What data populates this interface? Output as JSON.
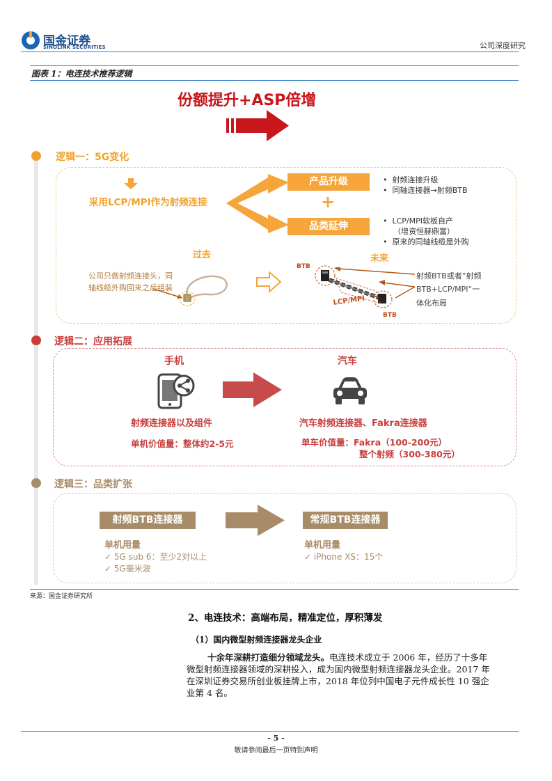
{
  "header": {
    "logo_cn": "国金证券",
    "logo_en": "SINOLINK SECURITIES",
    "report_type": "公司深度研究"
  },
  "figure": {
    "caption": "图表 1：电连技术推荐逻辑",
    "main_title": "份额提升+ASP倍增",
    "logic1": {
      "title": "逻辑一：5G变化",
      "adopt": "采用LCP/MPI作为射频连接",
      "upgrade_box": "产品升级",
      "plus": "+",
      "extend_box": "品类延伸",
      "upgrade_bullets": [
        "射频连接升级",
        "同轴连接器→射频BTB"
      ],
      "extend_bullets": [
        "LCP/MPI软板自产",
        "（增资恒赫鼎富）",
        "原来的同轴线缆是外购"
      ],
      "past_label": "过去",
      "future_label": "未来",
      "past_note_line1": "公司只做射频连接头，同",
      "past_note_line2": "轴线缆外购回来之后组装",
      "btb_top": "BTB",
      "btb_bottom": "BTB",
      "lcp_label": "LCP/MPI",
      "future_note1": "射频BTB或者”射频",
      "future_note2": "BTB+LCP/MPI“一",
      "future_note3": "体化布局"
    },
    "logic2": {
      "title": "逻辑二：应用拓展",
      "phone_label": "手机",
      "car_label": "汽车",
      "phone_desc": "射频连接器以及组件",
      "car_desc": "汽车射频连接器、Fakra连接器",
      "phone_value": "单机价值量：整体约2-5元",
      "car_value1": "单车价值量：Fakra（100-200元）",
      "car_value2": "整个射频（300-380元）"
    },
    "logic3": {
      "title": "逻辑三：品类扩张",
      "box1": "射频BTB连接器",
      "box2": "常规BTB连接器",
      "usage1": "单机用量",
      "usage2": "单机用量",
      "item1a": "✓  5G sub 6：至少2对以上",
      "item1b": "✓  5G毫米波",
      "item2a": "✓  iPhone XS：15个"
    },
    "source": "来源：国金证券研究所"
  },
  "body": {
    "section_heading": "2、电连技术：高端布局，精准定位，厚积薄发",
    "sub_heading": "（1）国内微型射频连接器龙头企业",
    "para_lead": "十余年深耕打造细分领域龙头。",
    "para_text1": "电连技术成立于 2006 年，经历了十多年",
    "para_line2": "微型射频连接器领域的深耕投入，成为国内微型射频连接器龙头企业。2017 年",
    "para_line3": "在深圳证券交易所创业板挂牌上市，2018 年位列中国电子元件成长性 10 强企",
    "para_line4": "业第 4 名。"
  },
  "footer": {
    "page_number": "- 5 -",
    "disclaimer": "敬请参阅最后一页特别声明"
  },
  "colors": {
    "accent_blue": "#2e7dc4",
    "orange": "#f6a53a",
    "red": "#c83e3d",
    "tan": "#a88c68"
  }
}
